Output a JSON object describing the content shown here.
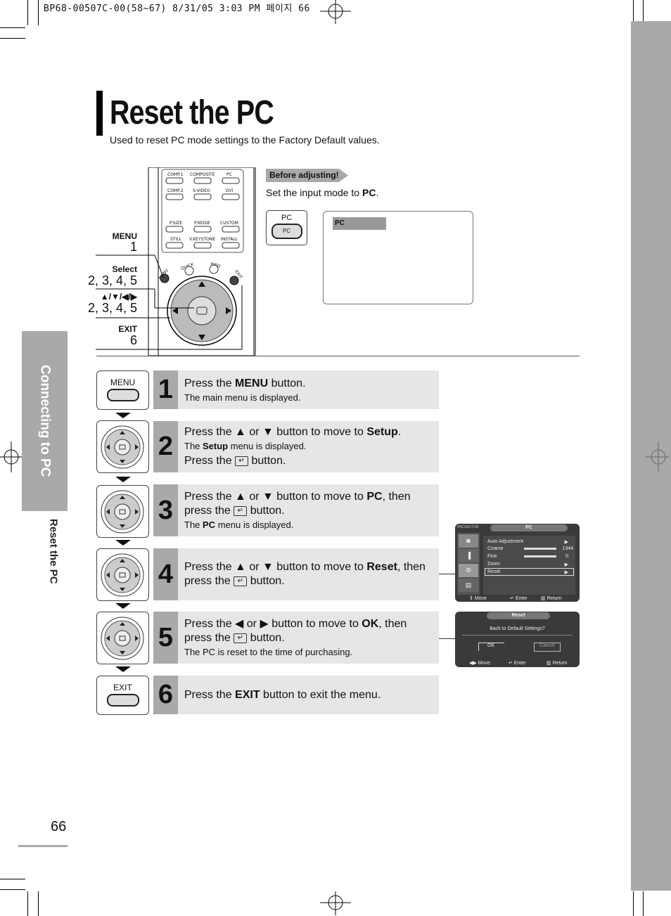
{
  "header": {
    "print_line": "BP68-00507C-00(58~67)  8/31/05  3:03 PM 페이지 66"
  },
  "side_tab": {
    "section": "Connecting to PC",
    "subsection": "Reset the PC"
  },
  "page": {
    "title": "Reset the PC",
    "subtitle": "Used to reset PC mode settings to the Factory Default values.",
    "page_number": "66"
  },
  "remote": {
    "menu_label": "MENU",
    "menu_steps": "1",
    "select_label": "Select",
    "select_steps": "2, 3, 4, 5",
    "arrows_label": "▲/▼/◀/▶",
    "arrows_steps": "2, 3, 4, 5",
    "exit_label": "EXIT",
    "exit_steps": "6",
    "buttons": [
      "COMP.1",
      "COMPOSITE",
      "PC",
      "COMP.2",
      "S-VIDEO",
      "DVI",
      "P.SIZE",
      "P.MODE",
      "CUSTOM",
      "STILL",
      "V.KEYSTONE",
      "INSTALL",
      "MENU",
      "QUICK",
      "INFO",
      "EXIT"
    ]
  },
  "before": {
    "tag": "Before adjusting!",
    "text_prefix": "Set the input mode to ",
    "text_bold": "PC",
    "text_suffix": ".",
    "pc_button_label": "PC",
    "pc_button_inner": "PC",
    "screen_label": "PC"
  },
  "icons": {
    "menu": "MENU",
    "exit": "EXIT"
  },
  "steps": [
    {
      "num": "1",
      "l1a": "Press the ",
      "l1b": "MENU",
      "l1c": " button.",
      "sub": "The main menu is displayed."
    },
    {
      "num": "2",
      "l1a": "Press the ▲ or ▼ button to move to ",
      "l1b": "Setup",
      "l1c": ".",
      "sub_a": "The ",
      "sub_b": "Setup",
      "sub_c": " menu is displayed.",
      "l2a": "Press the ",
      "l2c": " button."
    },
    {
      "num": "3",
      "l1a": "Press the ▲ or ▼ button to move to ",
      "l1b": "PC",
      "l1c": ", then",
      "l2a": "press the ",
      "l2c": " button.",
      "sub_a": "The ",
      "sub_b": "PC",
      "sub_c": " menu is displayed."
    },
    {
      "num": "4",
      "l1a": "Press the ▲ or ▼ button to move to ",
      "l1b": "Reset",
      "l1c": ", then",
      "l2a": "press the ",
      "l2c": " button."
    },
    {
      "num": "5",
      "l1a": "Press the ◀ or ▶ button to move to ",
      "l1b": "OK",
      "l1c": ", then",
      "l2a": "press the ",
      "l2c": " button.",
      "sub": "The PC is reset to the time of purchasing."
    },
    {
      "num": "6",
      "l1a": "Press the ",
      "l1b": "EXIT",
      "l1c": " button to exit the menu."
    }
  ],
  "osd_pc": {
    "brand": "PROJECTOR",
    "title": "PC",
    "items": [
      {
        "label": "Auto Adjustment",
        "value": "▶"
      },
      {
        "label": "Coarse",
        "value": "1344"
      },
      {
        "label": "Fine",
        "value": "0"
      },
      {
        "label": "Zoom",
        "value": "▶"
      },
      {
        "label": "Reset",
        "value": "▶"
      }
    ],
    "footer": {
      "move": "Move",
      "enter": "Enter",
      "return": "Return"
    }
  },
  "osd_reset": {
    "title": "Reset",
    "question": "Back to Default Settings?",
    "ok": "OK",
    "cancel": "Cancel",
    "footer": {
      "move": "Move",
      "enter": "Enter",
      "return": "Return"
    }
  },
  "colors": {
    "side_gray": "#a9a9a9",
    "step_bg": "#e6e6e6",
    "osd_bg": "#3a3a3a"
  }
}
